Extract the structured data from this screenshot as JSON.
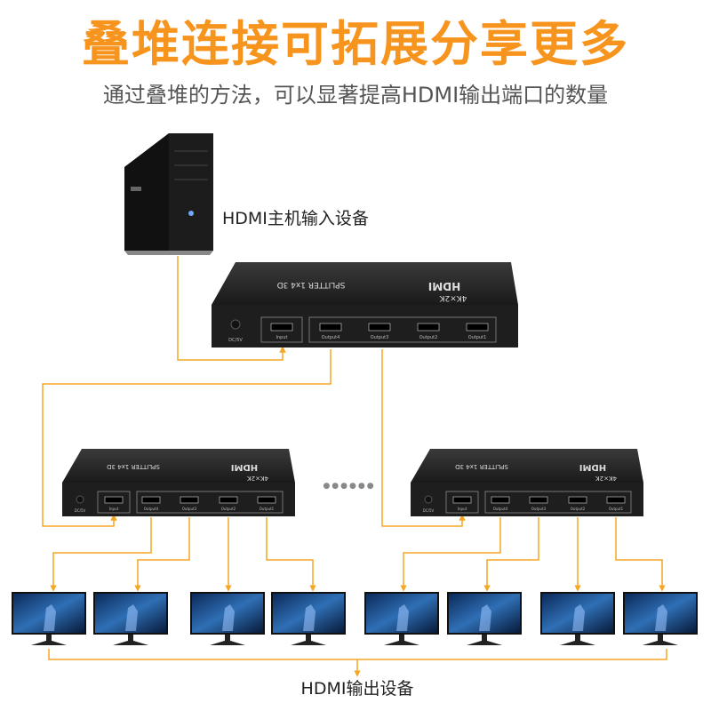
{
  "header": {
    "title": "叠堆连接可拓展分享更多",
    "subtitle": "通过叠堆的方法，可以显著提高HDMI输出端口的数量"
  },
  "source_device": {
    "label": "HDMI主机输入设备",
    "icon": "desktop-tower-icon"
  },
  "splitter": {
    "brand": "HDMI",
    "model": "SPLITTER 1x4 3D",
    "resolution": "4K×2K",
    "dc_label": "DC/5V",
    "input_label": "Input",
    "output_labels": [
      "Output4",
      "Output3",
      "Output2",
      "Output1"
    ]
  },
  "ellipsis": "●●●●●●",
  "output_device": {
    "label": "HDMI输出设备",
    "monitor_count": 8
  },
  "colors": {
    "accent": "#f7941d",
    "line": "#f5a623",
    "device": "#1e1e1e",
    "text": "#222222"
  }
}
